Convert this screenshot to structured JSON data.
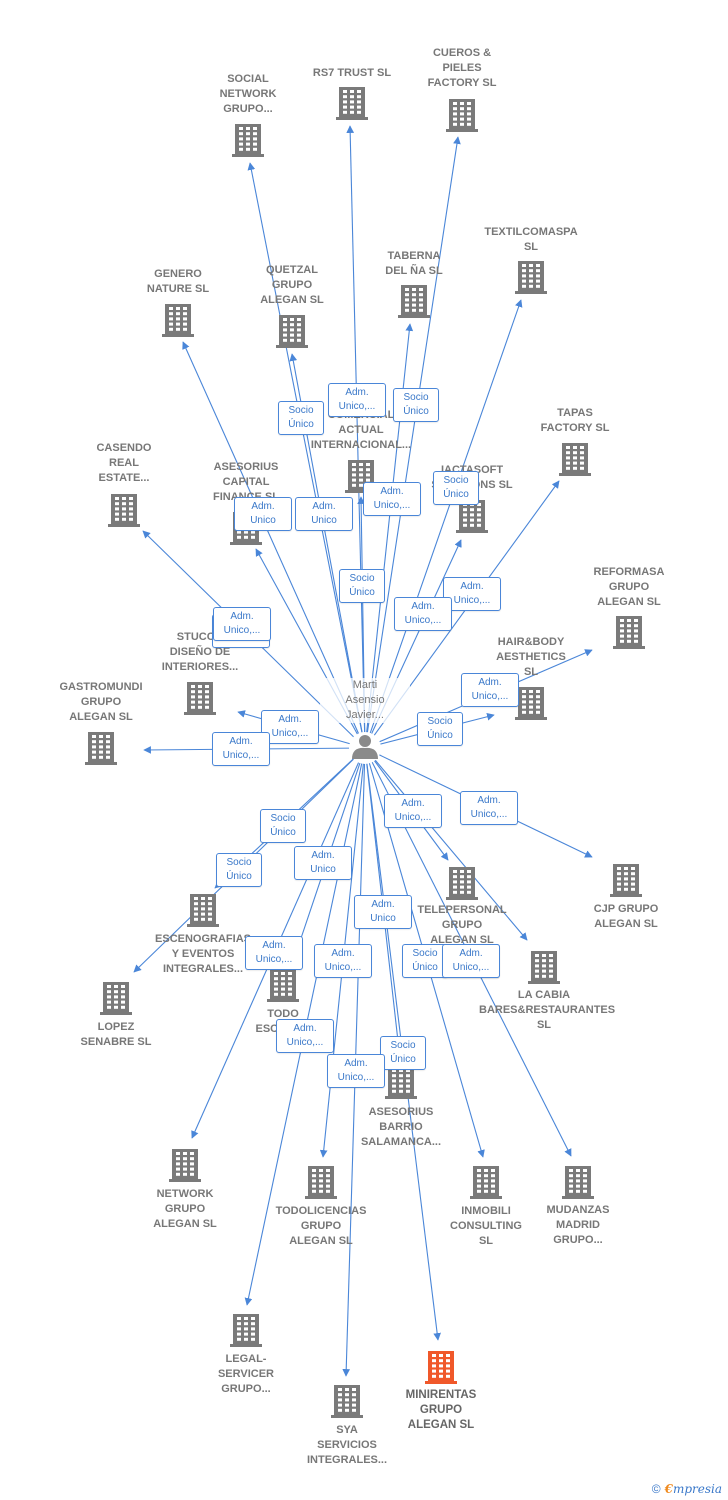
{
  "colors": {
    "edge": "#4a86d8",
    "building": "#7a7a7a",
    "focus": "#f0582a",
    "person": "#8a8a8a"
  },
  "person": {
    "name": "Marti\nAsensio\nJavier..."
  },
  "companies": [
    {
      "id": "social",
      "name": "SOCIAL\nNETWORK\nGRUPO..."
    },
    {
      "id": "rs7",
      "name": "RS7 TRUST  SL"
    },
    {
      "id": "cueros",
      "name": "CUEROS &\nPIELES\nFACTORY  SL"
    },
    {
      "id": "textil",
      "name": "TEXTILCOMASPA\nSL"
    },
    {
      "id": "genero",
      "name": "GENERO\nNATURE SL"
    },
    {
      "id": "quetzal",
      "name": "QUETZAL\nGRUPO\nALEGAN  SL"
    },
    {
      "id": "taberna",
      "name": "TABERNA\nDEL ÑA  SL"
    },
    {
      "id": "comercial",
      "name": "COMERCIAL\nACTUAL\nINTERNACIONAL..."
    },
    {
      "id": "tapas",
      "name": "TAPAS\nFACTORY SL"
    },
    {
      "id": "casendo",
      "name": "CASENDO\nREAL\nESTATE..."
    },
    {
      "id": "asesorius_cap",
      "name": "ASESORIUS\nCAPITAL\nFINANCE  SL"
    },
    {
      "id": "iactasoft",
      "name": "IACTASOFT\nSOLUTIONS  SL"
    },
    {
      "id": "reformasa",
      "name": "REFORMASA\nGRUPO\nALEGAN  SL"
    },
    {
      "id": "stucco",
      "name": "STUCCO\nDISEÑO DE\nINTERIORES..."
    },
    {
      "id": "hairbody",
      "name": "HAIR&BODY\nAESTHETICS\nSL"
    },
    {
      "id": "gastromundi",
      "name": "GASTROMUNDI\nGRUPO\nALEGAN  SL"
    },
    {
      "id": "telepersonal",
      "name": "TELEPERSONAL\nGRUPO\nALEGAN  SL"
    },
    {
      "id": "cjp",
      "name": "CJP GRUPO\nALEGAN  SL"
    },
    {
      "id": "escenografias",
      "name": "ESCENOGRAFIAS\nY EVENTOS\nINTEGRALES..."
    },
    {
      "id": "lacabia",
      "name": "LA CABIA\nBARES&RESTAURANTES\nSL"
    },
    {
      "id": "lopez",
      "name": "LOPEZ\nSENABRE  SL"
    },
    {
      "id": "todo",
      "name": "TODO\nESCENA..."
    },
    {
      "id": "asesorius_barrio",
      "name": "ASESORIUS\nBARRIO\nSALAMANCA..."
    },
    {
      "id": "network",
      "name": "NETWORK\nGRUPO\nALEGAN  SL"
    },
    {
      "id": "todolicencias",
      "name": "TODOLICENCIAS\nGRUPO\nALEGAN  SL"
    },
    {
      "id": "inmobili",
      "name": "INMOBILI\nCONSULTING\nSL"
    },
    {
      "id": "mudanzas",
      "name": "MUDANZAS\nMADRID\nGRUPO..."
    },
    {
      "id": "legal",
      "name": "LEGAL-\nSERVICER\nGRUPO..."
    },
    {
      "id": "minirentas",
      "name": "MINIRENTAS\nGRUPO\nALEGAN  SL",
      "focus": true
    },
    {
      "id": "sya",
      "name": "SYA\nSERVICIOS\nINTEGRALES..."
    }
  ],
  "relations": [
    "Socio\nÚnico",
    "Adm.\nUnico,...",
    "Socio\nÚnico",
    "Socio\nÚnico",
    "Adm.\nUnico",
    "Adm.\nUnico",
    "Adm.\nUnico,...",
    "Socio\nÚnico",
    "Adm.\nUnico,...",
    "Adm.\nUnico,...",
    "Adm.\nUnico",
    "Adm.\nUnico,...",
    "Adm.\nUnico,...",
    "Adm.\nUnico,...",
    "Socio\nÚnico",
    "Adm.\nUnico,...",
    "Adm.\nUnico,...",
    "Adm.\nUnico,...",
    "Socio\nÚnico",
    "Adm.\nUnico,...",
    "Socio\nÚnico",
    "Adm.\nUnico,...",
    "Adm.\nUnico",
    "Adm.\nUnico",
    "Adm.\nUnico,...",
    "Socio\nÚnico",
    "Adm.\nUnico,...",
    "Adm.\nUnico,...",
    "Socio\nÚnico",
    "Adm.\nUnico,..."
  ],
  "footer": {
    "copyright": "©",
    "brand_first": "€",
    "brand_rest": "mpresia"
  }
}
